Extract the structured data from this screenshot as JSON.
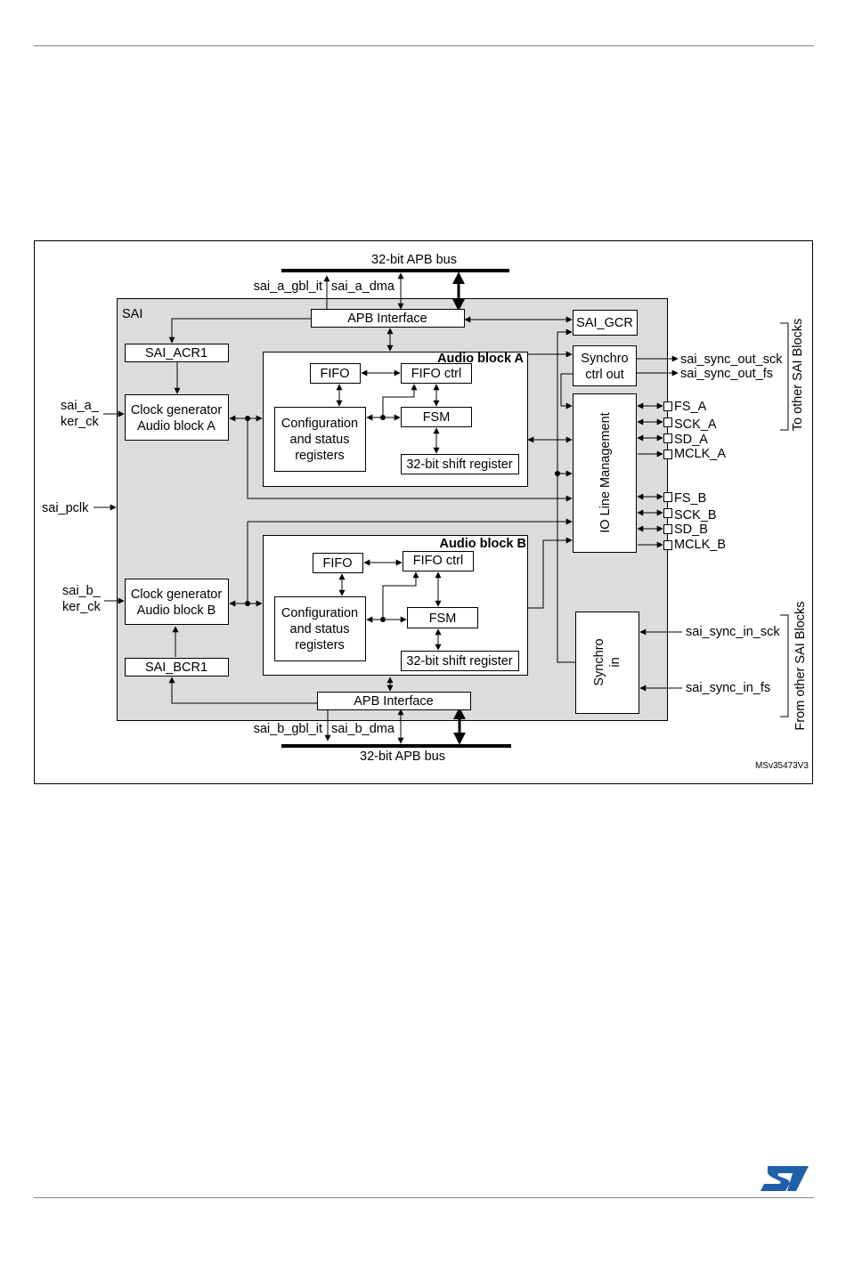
{
  "figure_id": "MSv35473V3",
  "bus_top": "32-bit APB bus",
  "bus_bottom": "32-bit APB bus",
  "sai": "SAI",
  "signals_top": {
    "gbl_it": "sai_a_gbl_it",
    "dma": "sai_a_dma"
  },
  "signals_bottom": {
    "gbl_it": "sai_b_gbl_it",
    "dma": "sai_b_dma"
  },
  "apb_top": "APB Interface",
  "apb_bottom": "APB Interface",
  "gcr": "SAI_GCR",
  "acr1": "SAI_ACR1",
  "bcr1": "SAI_BCR1",
  "clock_a": [
    "Clock generator",
    "Audio block A"
  ],
  "clock_b": [
    "Clock generator",
    "Audio block B"
  ],
  "inputs": {
    "a_ker_ck": [
      "sai_a_",
      "ker_ck"
    ],
    "pclk": "sai_pclk",
    "b_ker_ck": [
      "sai_b_",
      "ker_ck"
    ]
  },
  "block_a": {
    "title": "Audio block A",
    "fifo": "FIFO",
    "fifo_ctrl": "FIFO ctrl",
    "fsm": "FSM",
    "config": [
      "Configuration",
      "and status",
      "registers"
    ],
    "shift": "32-bit shift register"
  },
  "block_b": {
    "title": "Audio block B",
    "fifo": "FIFO",
    "fifo_ctrl": "FIFO ctrl",
    "fsm": "FSM",
    "config": [
      "Configuration",
      "and status",
      "registers"
    ],
    "shift": "32-bit shift register"
  },
  "synchro_out": [
    "Synchro",
    "ctrl out"
  ],
  "synchro_in": [
    "Synchro",
    "in"
  ],
  "io_line": "IO Line Management",
  "sync_out": {
    "sck": "sai_sync_out_sck",
    "fs": "sai_sync_out_fs"
  },
  "sync_in": {
    "sck": "sai_sync_in_sck",
    "fs": "sai_sync_in_fs"
  },
  "pins_a": [
    "FS_A",
    "SCK_A",
    "SD_A",
    "MCLK_A"
  ],
  "pins_b": [
    "FS_B",
    "SCK_B",
    "SD_B",
    "MCLK_B"
  ],
  "to_other": "To other SAI Blocks",
  "from_other": "From other SAI Blocks"
}
